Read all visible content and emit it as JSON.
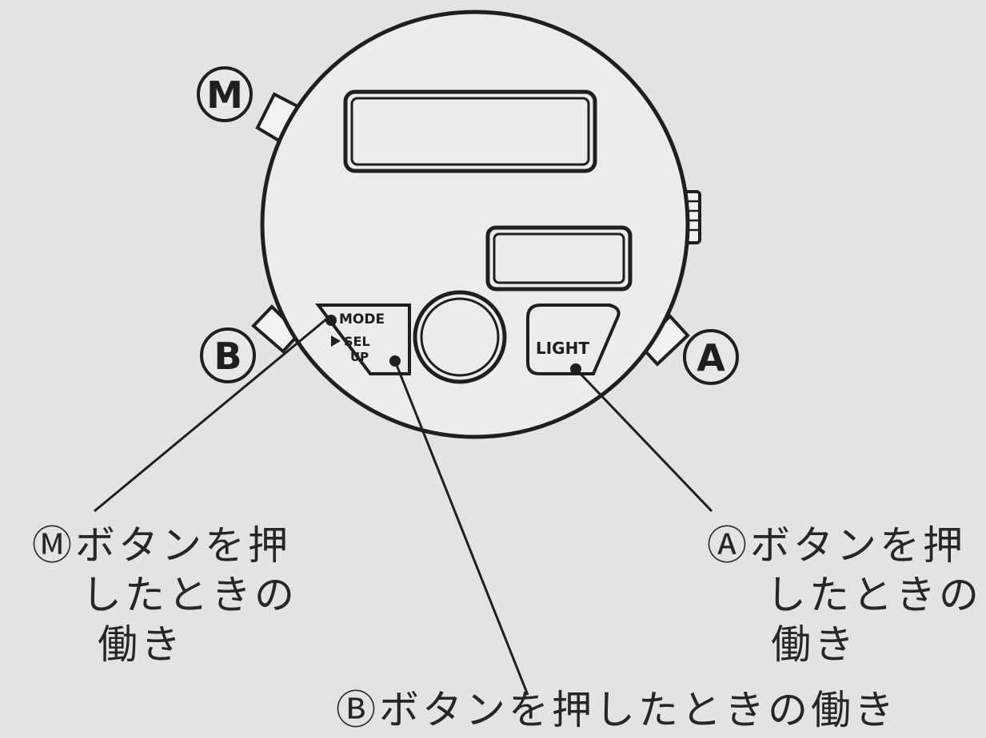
{
  "buttons": {
    "m_letter": "M",
    "b_letter": "B",
    "a_letter": "A"
  },
  "face": {
    "mode_label": "MODE",
    "sel_label": "SEL",
    "up_label": "UP",
    "light_label": "LIGHT"
  },
  "captions": {
    "m": {
      "line1": "Ⓜボタンを押",
      "line2": "したときの",
      "line3": "働き"
    },
    "a": {
      "line1": "Ⓐボタンを押",
      "line2": "したときの",
      "line3": "働き"
    },
    "b": "Ⓑボタンを押したときの働き"
  },
  "colors": {
    "background": "#e3e3e1",
    "ink": "#1f1f1f"
  }
}
